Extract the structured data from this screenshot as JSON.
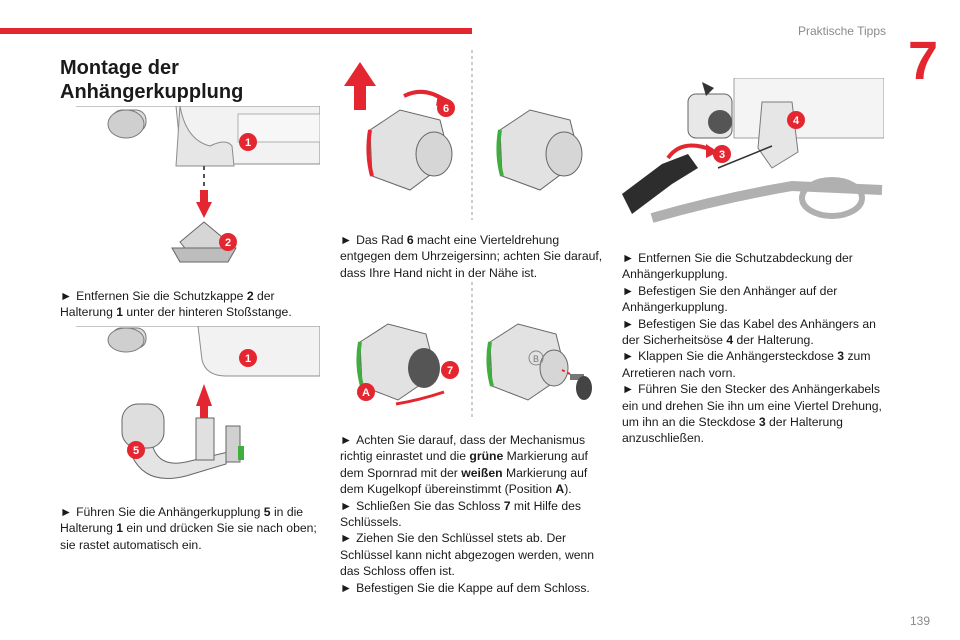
{
  "header": {
    "section": "Praktische Tipps",
    "chapter": "7"
  },
  "page_number": "139",
  "title": "Montage der Anhängerkupplung",
  "bullet": "►",
  "figures": {
    "fig1": {
      "callouts": [
        "1",
        "2"
      ]
    },
    "fig2": {
      "callouts": [
        "1",
        "5"
      ]
    },
    "fig3": {
      "callouts": [
        "6"
      ]
    },
    "fig4": {
      "callouts": [
        "7",
        "A",
        "B"
      ]
    },
    "fig5": {
      "callouts": [
        "4",
        "3"
      ]
    }
  },
  "col1": {
    "p1": {
      "a": "Entfernen Sie die Schutzkappe ",
      "b": "2",
      "c": " der Halterung ",
      "d": "1",
      "e": " unter der hinteren Stoßstange."
    },
    "p2": {
      "a": "Führen Sie die Anhängerkupplung ",
      "b": "5",
      "c": " in die Halterung ",
      "d": "1",
      "e": " ein und drücken Sie sie nach oben; sie rastet automatisch ein."
    }
  },
  "col2": {
    "p1": {
      "a": "Das Rad ",
      "b": "6",
      "c": " macht eine Vierteldrehung entgegen dem Uhrzeigersinn; achten Sie darauf, dass Ihre Hand nicht in der Nähe ist."
    },
    "p2": {
      "a": "Achten Sie darauf, dass der Mechanismus richtig einrastet und die ",
      "b": "grüne",
      "c": " Markierung auf dem Spornrad mit der ",
      "d": "weißen",
      "e": " Markierung auf dem Kugelkopf übereinstimmt (Position ",
      "f": "A",
      "g": ")."
    },
    "p3": {
      "a": "Schließen Sie das Schloss ",
      "b": "7",
      "c": " mit Hilfe des Schlüssels."
    },
    "p4": {
      "a": "Ziehen Sie den Schlüssel stets ab. Der Schlüssel kann nicht abgezogen werden, wenn das Schloss offen ist."
    },
    "p5": {
      "a": "Befestigen Sie die Kappe auf dem Schloss."
    }
  },
  "col3": {
    "p1": {
      "a": "Entfernen Sie die Schutzabdeckung der Anhängerkupplung."
    },
    "p2": {
      "a": "Befestigen Sie den Anhänger auf der Anhängerkupplung."
    },
    "p3": {
      "a": "Befestigen Sie das Kabel des Anhängers an der Sicherheitsöse ",
      "b": "4",
      "c": " der Halterung."
    },
    "p4": {
      "a": "Klappen Sie die Anhängersteckdose ",
      "b": "3",
      "c": " zum Arretieren nach vorn."
    },
    "p5": {
      "a": "Führen Sie den Stecker des Anhängerkabels ein und drehen Sie ihn um eine Viertel Drehung, um ihn an die Steckdose ",
      "b": "3",
      "c": " der Halterung anzuschließen."
    }
  },
  "colors": {
    "accent": "#e3262f",
    "marker_green": "#3fae3f",
    "line_gray": "#9a9a9a"
  }
}
